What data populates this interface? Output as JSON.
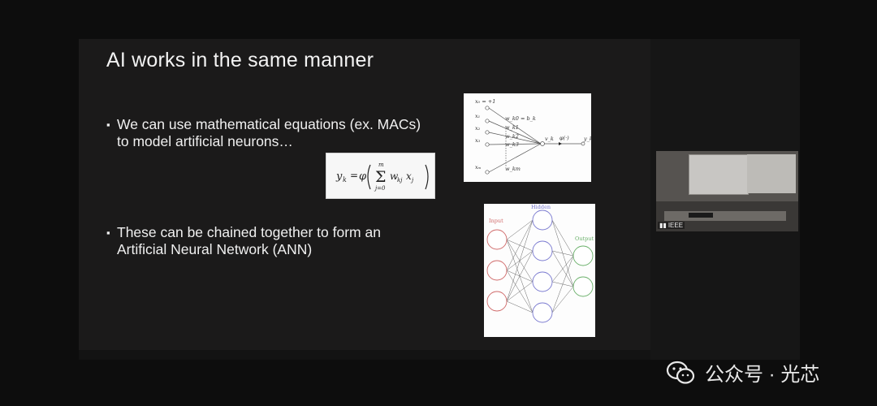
{
  "slide": {
    "title": "AI works in the same manner",
    "bullets": [
      {
        "marker": "▪",
        "line1": "We can use mathematical equations (ex. MACs)",
        "line2": "to model artificial neurons…"
      },
      {
        "marker": "▪",
        "line1": "These can be chained together to form an",
        "line2": "Artificial Neural Network (ANN)"
      }
    ],
    "equation": {
      "lhs": "y",
      "lhs_sub": "k",
      "eq": "=",
      "phi": "φ",
      "sum_upper": "m",
      "sum_lower": "j=0",
      "term": "w",
      "term_sub": "kj",
      "term2": "x",
      "term2_sub": "j"
    },
    "neuron_figure": {
      "inputs": [
        "x₀ = +1",
        "x₁",
        "x₂",
        "x₃",
        "xₘ"
      ],
      "weights": [
        "w_k0 = b_k",
        "w_k1",
        "w_k2",
        "w_k3",
        "w_km"
      ],
      "sum_node": "v_k",
      "activation": "φ(·)",
      "output": "y_k"
    },
    "ann_figure": {
      "input_label": "Input",
      "hidden_label": "Hidden",
      "output_label": "Output",
      "colors": {
        "input": "#d06a6a",
        "hidden": "#7a7ad0",
        "output": "#6ab06a"
      }
    }
  },
  "camera": {
    "overlay": "IEEE"
  },
  "watermark": {
    "text": "公众号 · 光芯"
  }
}
